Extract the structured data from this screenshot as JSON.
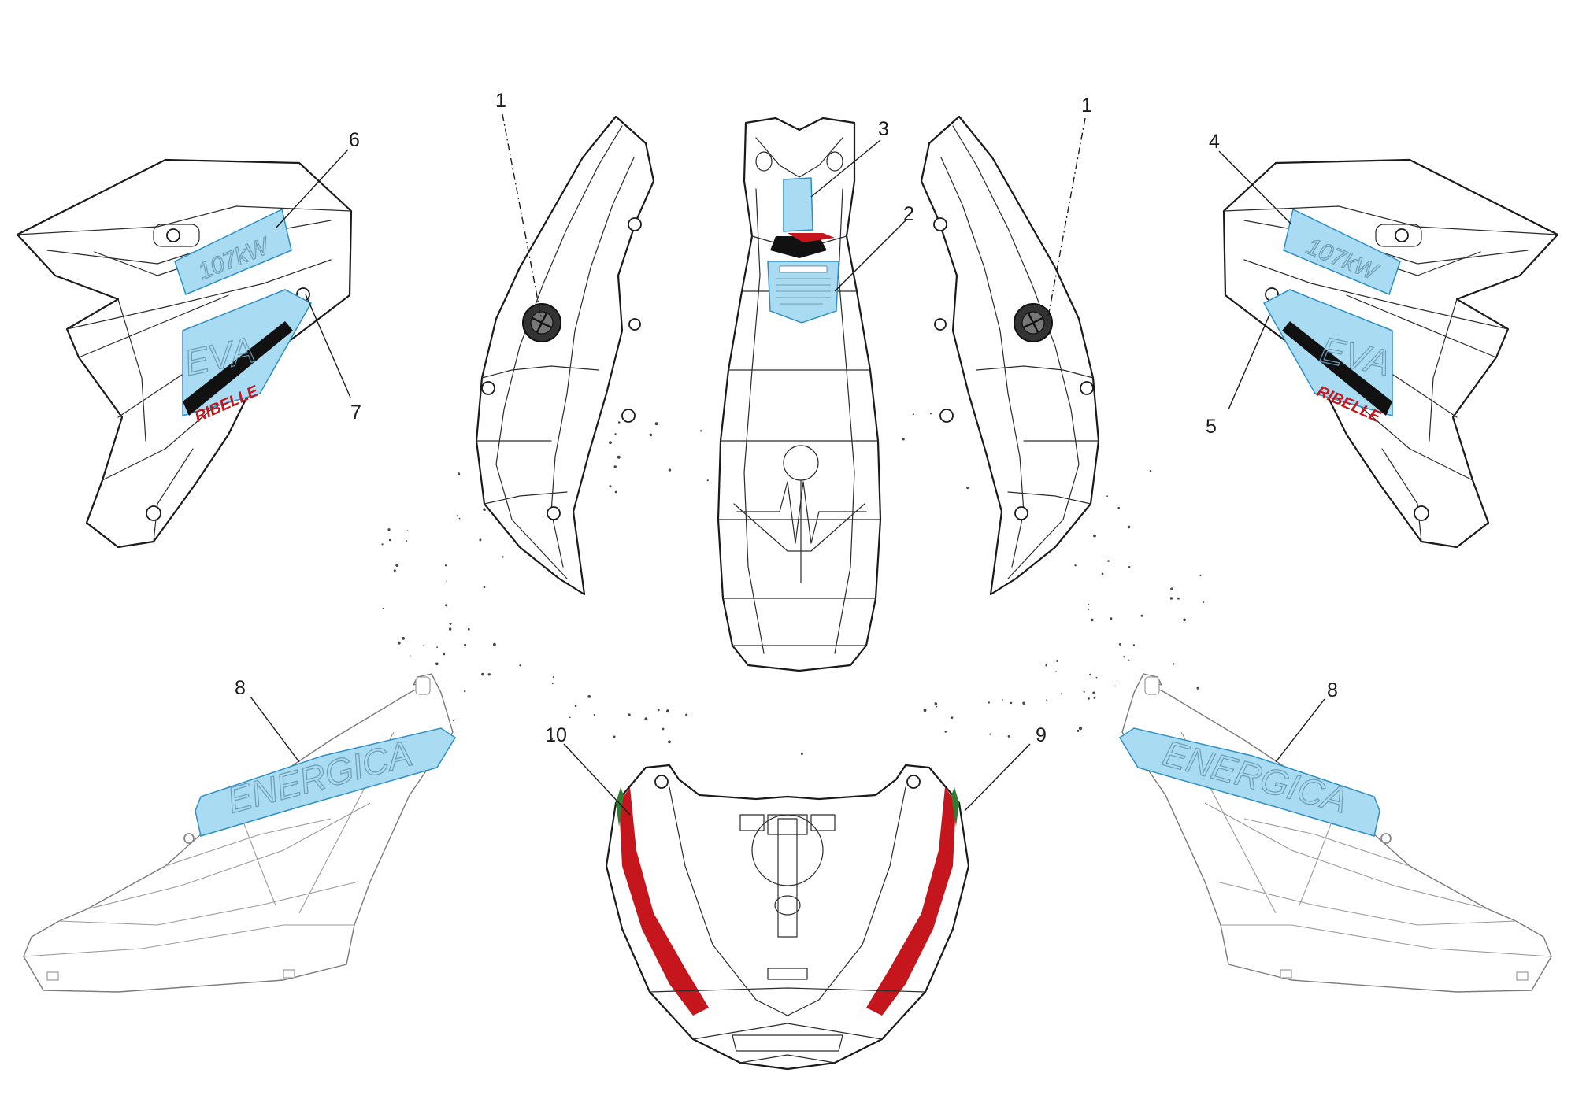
{
  "callouts": {
    "c1_left": "1",
    "c1_right": "1",
    "c2": "2",
    "c3": "3",
    "c4": "4",
    "c5": "5",
    "c6": "6",
    "c7": "7",
    "c8_left": "8",
    "c8_right": "8",
    "c9": "9",
    "c10": "10"
  },
  "decals": {
    "energica_left": "ENERGICA",
    "energica_right": "ENERGICA",
    "eva_left": "EVA",
    "eva_right": "EVA",
    "ribelle_left": "RIBELLE",
    "ribelle_right": "RIBELLE",
    "kw_left": "107kW",
    "kw_right": "107kW"
  },
  "colors": {
    "decal_fill": "#a9dcf3",
    "decal_stroke": "#2f8fc2",
    "accent_red": "#c4161c",
    "accent_green": "#2e7d32",
    "outline": "#1a1a1a"
  }
}
